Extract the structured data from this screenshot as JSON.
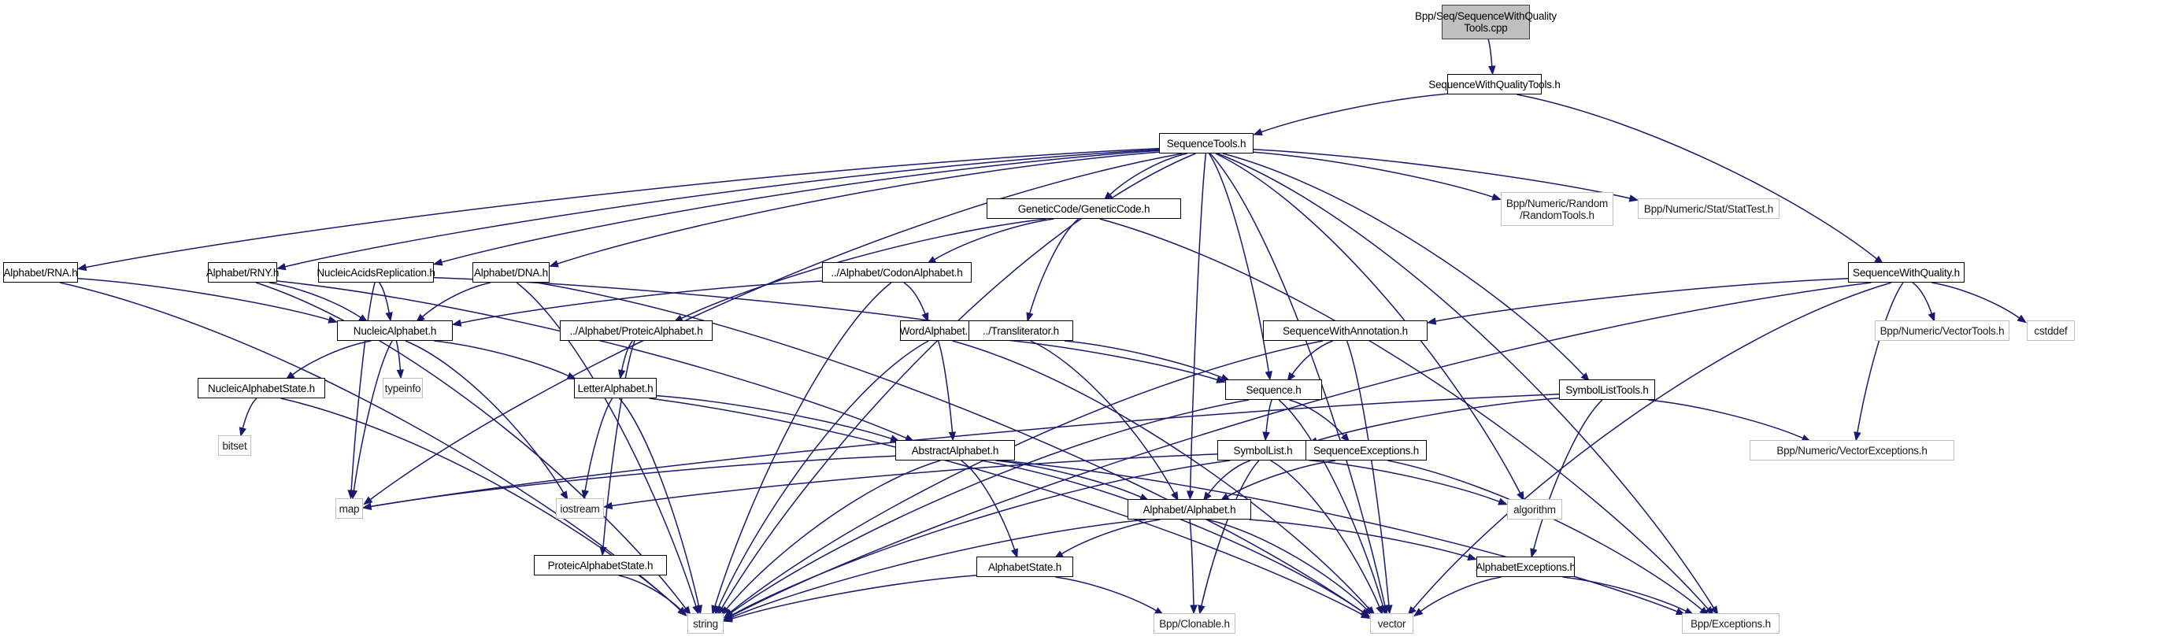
{
  "title": "Include dependency graph for SequenceWithQualityTools.cpp",
  "colors": {
    "edge": "#191970",
    "root_fill": "#bfbfbf",
    "node_border": "#000000",
    "external_border": "#bfbfbf"
  },
  "nodes": [
    {
      "id": "root",
      "label": "Bpp/Seq/SequenceWithQuality\nTools.cpp",
      "kind": "root"
    },
    {
      "id": "swqt",
      "label": "SequenceWithQualityTools.h",
      "kind": "local"
    },
    {
      "id": "st",
      "label": "SequenceTools.h",
      "kind": "local"
    },
    {
      "id": "gc",
      "label": "GeneticCode/GeneticCode.h",
      "kind": "local"
    },
    {
      "id": "rnd",
      "label": "Bpp/Numeric/Random\n/RandomTools.h",
      "kind": "external"
    },
    {
      "id": "stat",
      "label": "Bpp/Numeric/Stat/StatTest.h",
      "kind": "external"
    },
    {
      "id": "rna",
      "label": "Alphabet/RNA.h",
      "kind": "local"
    },
    {
      "id": "rny",
      "label": "Alphabet/RNY.h",
      "kind": "local"
    },
    {
      "id": "nar",
      "label": "NucleicAcidsReplication.h",
      "kind": "local"
    },
    {
      "id": "dna",
      "label": "Alphabet/DNA.h",
      "kind": "local"
    },
    {
      "id": "codon",
      "label": "../Alphabet/CodonAlphabet.h",
      "kind": "local"
    },
    {
      "id": "swq",
      "label": "SequenceWithQuality.h",
      "kind": "local"
    },
    {
      "id": "na",
      "label": "NucleicAlphabet.h",
      "kind": "local"
    },
    {
      "id": "prot",
      "label": "../Alphabet/ProteicAlphabet.h",
      "kind": "local"
    },
    {
      "id": "word",
      "label": "WordAlphabet.h",
      "kind": "local"
    },
    {
      "id": "trans",
      "label": "../Transliterator.h",
      "kind": "local"
    },
    {
      "id": "swa",
      "label": "SequenceWithAnnotation.h",
      "kind": "local"
    },
    {
      "id": "vtools",
      "label": "Bpp/Numeric/VectorTools.h",
      "kind": "external"
    },
    {
      "id": "cstddef",
      "label": "cstddef",
      "kind": "external"
    },
    {
      "id": "nas",
      "label": "NucleicAlphabetState.h",
      "kind": "local"
    },
    {
      "id": "typeinfo",
      "label": "typeinfo",
      "kind": "external"
    },
    {
      "id": "la",
      "label": "LetterAlphabet.h",
      "kind": "local"
    },
    {
      "id": "seq",
      "label": "Sequence.h",
      "kind": "local"
    },
    {
      "id": "slt",
      "label": "SymbolListTools.h",
      "kind": "local"
    },
    {
      "id": "bitset",
      "label": "bitset",
      "kind": "external"
    },
    {
      "id": "aa",
      "label": "AbstractAlphabet.h",
      "kind": "local"
    },
    {
      "id": "sl",
      "label": "SymbolList.h",
      "kind": "local"
    },
    {
      "id": "se",
      "label": "SequenceExceptions.h",
      "kind": "local"
    },
    {
      "id": "vexc",
      "label": "Bpp/Numeric/VectorExceptions.h",
      "kind": "external"
    },
    {
      "id": "map",
      "label": "map",
      "kind": "external"
    },
    {
      "id": "iostream",
      "label": "iostream",
      "kind": "external"
    },
    {
      "id": "alpha",
      "label": "Alphabet/Alphabet.h",
      "kind": "local"
    },
    {
      "id": "algorithm",
      "label": "algorithm",
      "kind": "external"
    },
    {
      "id": "pas",
      "label": "ProteicAlphabetState.h",
      "kind": "local"
    },
    {
      "id": "as",
      "label": "AlphabetState.h",
      "kind": "local"
    },
    {
      "id": "ae",
      "label": "AlphabetExceptions.h",
      "kind": "local"
    },
    {
      "id": "string",
      "label": "string",
      "kind": "external"
    },
    {
      "id": "clonable",
      "label": "Bpp/Clonable.h",
      "kind": "external"
    },
    {
      "id": "vector",
      "label": "vector",
      "kind": "external"
    },
    {
      "id": "exc",
      "label": "Bpp/Exceptions.h",
      "kind": "external"
    }
  ],
  "edges": [
    [
      "root",
      "swqt"
    ],
    [
      "swqt",
      "st"
    ],
    [
      "swqt",
      "swq"
    ],
    [
      "st",
      "rna"
    ],
    [
      "st",
      "rny"
    ],
    [
      "st",
      "nar"
    ],
    [
      "st",
      "dna"
    ],
    [
      "st",
      "gc"
    ],
    [
      "st",
      "rnd"
    ],
    [
      "st",
      "stat"
    ],
    [
      "st",
      "seq"
    ],
    [
      "st",
      "alpha"
    ],
    [
      "st",
      "slt"
    ],
    [
      "st",
      "map"
    ],
    [
      "st",
      "string"
    ],
    [
      "st",
      "vector"
    ],
    [
      "st",
      "algorithm"
    ],
    [
      "st",
      "exc"
    ],
    [
      "gc",
      "codon"
    ],
    [
      "gc",
      "prot"
    ],
    [
      "gc",
      "trans"
    ],
    [
      "gc",
      "exc"
    ],
    [
      "rna",
      "na"
    ],
    [
      "rna",
      "string"
    ],
    [
      "rny",
      "na"
    ],
    [
      "rny",
      "aa"
    ],
    [
      "rny",
      "string"
    ],
    [
      "nar",
      "na"
    ],
    [
      "nar",
      "trans"
    ],
    [
      "nar",
      "map"
    ],
    [
      "dna",
      "na"
    ],
    [
      "dna",
      "string"
    ],
    [
      "dna",
      "vector"
    ],
    [
      "codon",
      "na"
    ],
    [
      "codon",
      "word"
    ],
    [
      "codon",
      "string"
    ],
    [
      "swq",
      "swa"
    ],
    [
      "swq",
      "vtools"
    ],
    [
      "swq",
      "cstddef"
    ],
    [
      "swq",
      "vexc"
    ],
    [
      "swq",
      "string"
    ],
    [
      "swq",
      "vector"
    ],
    [
      "na",
      "nas"
    ],
    [
      "na",
      "typeinfo"
    ],
    [
      "na",
      "la"
    ],
    [
      "na",
      "map"
    ],
    [
      "na",
      "iostream"
    ],
    [
      "prot",
      "la"
    ],
    [
      "prot",
      "pas"
    ],
    [
      "word",
      "aa"
    ],
    [
      "word",
      "seq"
    ],
    [
      "word",
      "string"
    ],
    [
      "word",
      "vector"
    ],
    [
      "trans",
      "seq"
    ],
    [
      "trans",
      "alpha"
    ],
    [
      "swa",
      "seq"
    ],
    [
      "swa",
      "string"
    ],
    [
      "swa",
      "vector"
    ],
    [
      "nas",
      "bitset"
    ],
    [
      "nas",
      "string"
    ],
    [
      "la",
      "aa"
    ],
    [
      "la",
      "iostream"
    ],
    [
      "la",
      "string"
    ],
    [
      "la",
      "vector"
    ],
    [
      "seq",
      "sl"
    ],
    [
      "seq",
      "se"
    ],
    [
      "seq",
      "string"
    ],
    [
      "seq",
      "vector"
    ],
    [
      "slt",
      "sl"
    ],
    [
      "slt",
      "ae"
    ],
    [
      "slt",
      "vexc"
    ],
    [
      "slt",
      "map"
    ],
    [
      "aa",
      "alpha"
    ],
    [
      "aa",
      "as"
    ],
    [
      "aa",
      "map"
    ],
    [
      "aa",
      "string"
    ],
    [
      "aa",
      "vector"
    ],
    [
      "aa",
      "exc"
    ],
    [
      "sl",
      "alpha"
    ],
    [
      "sl",
      "iostream"
    ],
    [
      "sl",
      "algorithm"
    ],
    [
      "sl",
      "clonable"
    ],
    [
      "sl",
      "string"
    ],
    [
      "sl",
      "vector"
    ],
    [
      "se",
      "alpha"
    ],
    [
      "se",
      "exc"
    ],
    [
      "alpha",
      "as"
    ],
    [
      "alpha",
      "ae"
    ],
    [
      "alpha",
      "clonable"
    ],
    [
      "alpha",
      "string"
    ],
    [
      "alpha",
      "vector"
    ],
    [
      "pas",
      "string"
    ],
    [
      "as",
      "clonable"
    ],
    [
      "as",
      "string"
    ],
    [
      "ae",
      "exc"
    ],
    [
      "ae",
      "vector"
    ]
  ]
}
